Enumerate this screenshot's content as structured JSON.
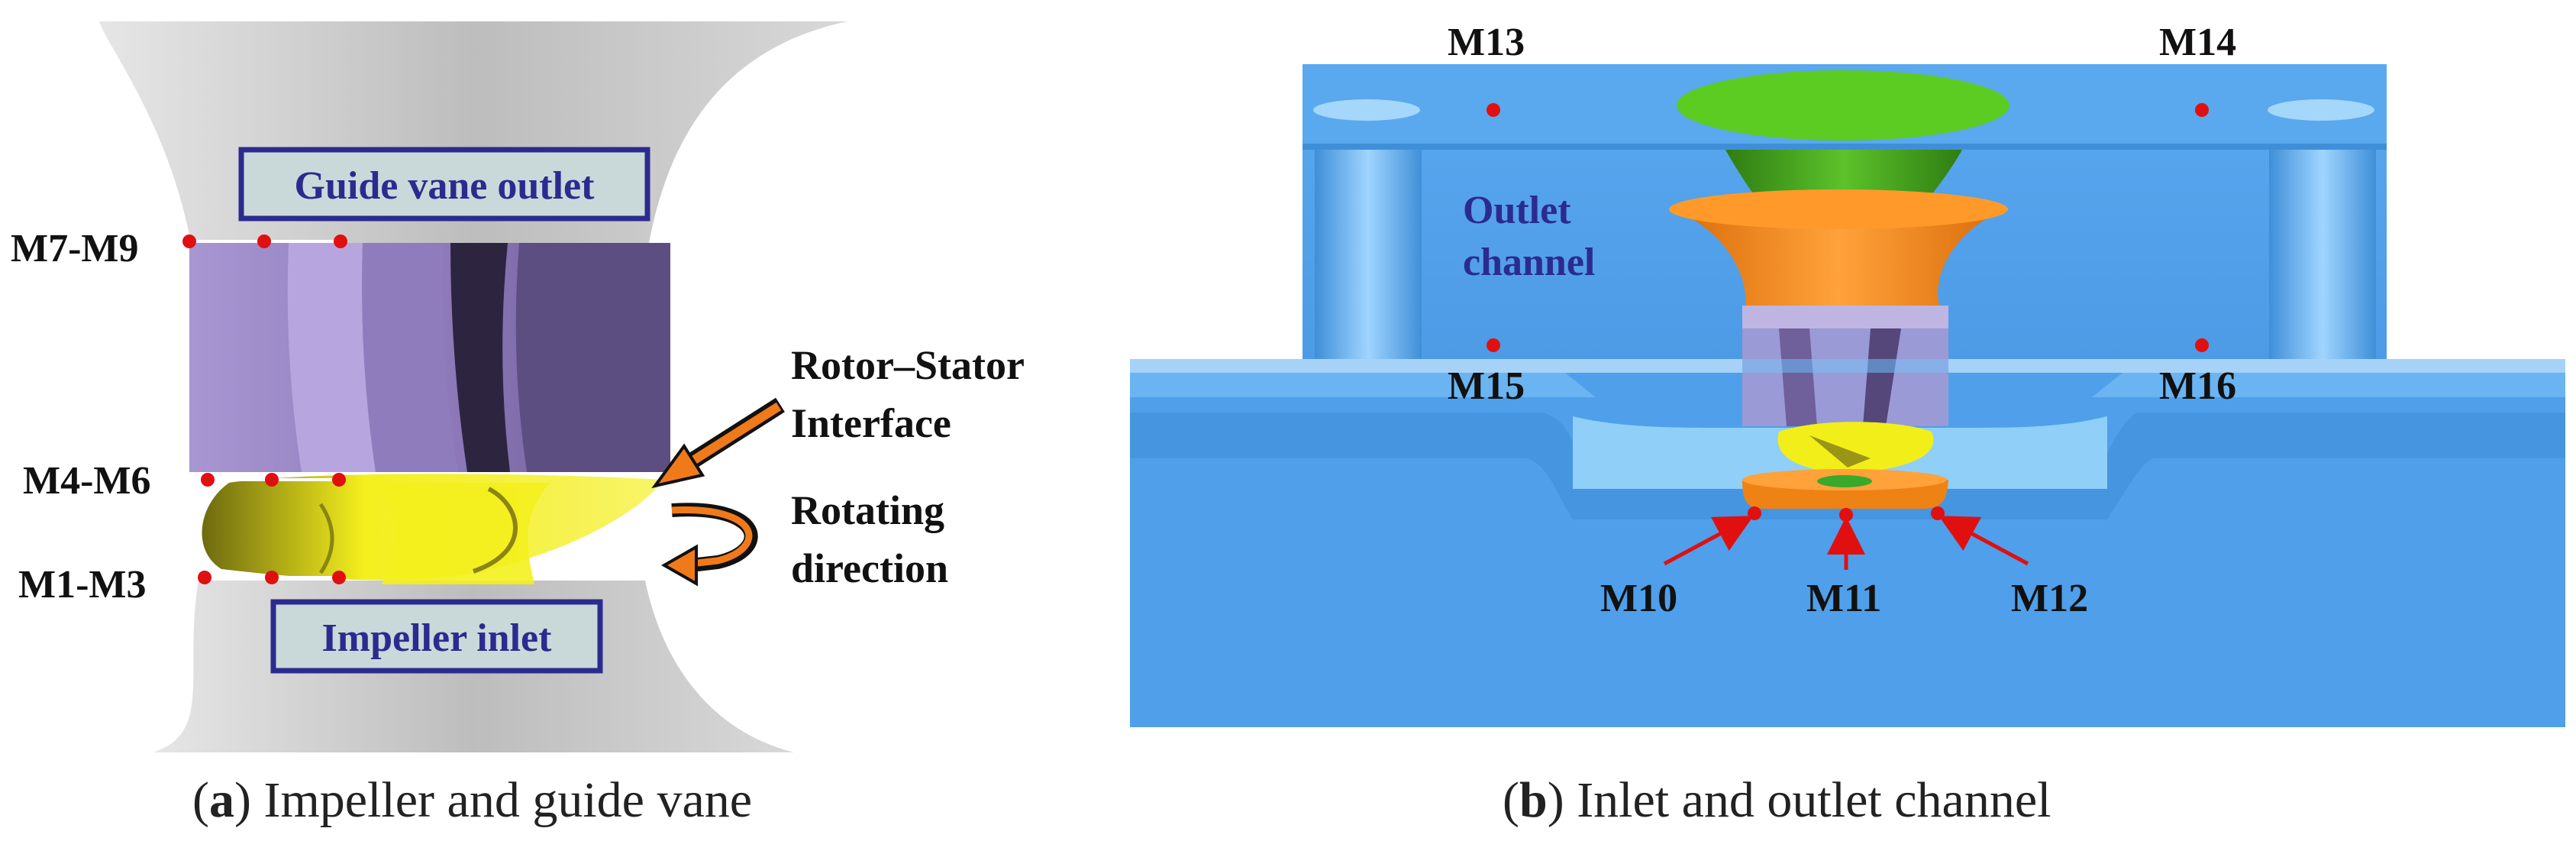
{
  "panel_a": {
    "box_top": "Guide vane outlet",
    "box_bottom": "Impeller inlet",
    "points_top": "M7-M9",
    "points_mid": "M4-M6",
    "points_low": "M1-M3",
    "interface_line1": "Rotor–Stator",
    "interface_line2": "Interface",
    "rotating_line1": "Rotating",
    "rotating_line2": "direction",
    "caption_letter": "a",
    "caption_text": "Impeller and guide vane"
  },
  "panel_b": {
    "m13": "M13",
    "m14": "M14",
    "m15": "M15",
    "m16": "M16",
    "m10": "M10",
    "m11": "M11",
    "m12": "M12",
    "outlet_line1": "Outlet",
    "outlet_line2": "channel",
    "caption_letter": "b",
    "caption_text": "Inlet and outlet channel"
  },
  "colors": {
    "gray_duct": "#c4c4c4",
    "guide_vane": "#9a86c4",
    "impeller": "#f2ee1a",
    "channel_blue": "#4ea3ec",
    "box_text": "#2b2b8f",
    "point": "#e01010",
    "arrow_orange": "#f07a1a"
  }
}
